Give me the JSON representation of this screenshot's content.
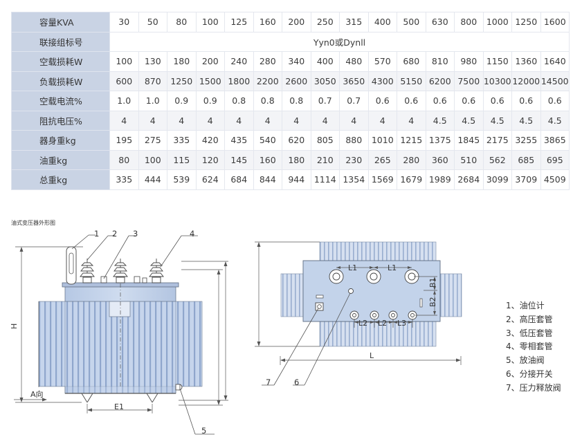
{
  "table": {
    "rows": [
      {
        "label": "容量KVA",
        "values": [
          "30",
          "50",
          "80",
          "100",
          "125",
          "160",
          "200",
          "250",
          "315",
          "400",
          "500",
          "630",
          "800",
          "1000",
          "1250",
          "1600"
        ]
      },
      {
        "label": "联接组标号",
        "span_value": "Yyn0或Dynll"
      },
      {
        "label": "空载损耗W",
        "values": [
          "100",
          "130",
          "180",
          "200",
          "240",
          "280",
          "340",
          "400",
          "480",
          "570",
          "680",
          "810",
          "980",
          "1150",
          "1360",
          "1640"
        ]
      },
      {
        "label": "负载损耗W",
        "values": [
          "600",
          "870",
          "1250",
          "1500",
          "1800",
          "2200",
          "2600",
          "3050",
          "3650",
          "4300",
          "5150",
          "6200",
          "7500",
          "10300",
          "12000",
          "14500"
        ]
      },
      {
        "label": "空载电流%",
        "values": [
          "1.0",
          "1.0",
          "0.9",
          "0.9",
          "0.8",
          "0.8",
          "0.8",
          "0.7",
          "0.7",
          "0.6",
          "0.6",
          "0.6",
          "0.6",
          "0.6",
          "0.6",
          "0.6"
        ]
      },
      {
        "label": "阻抗电压%",
        "values": [
          "4",
          "4",
          "4",
          "4",
          "4",
          "4",
          "4",
          "4",
          "4",
          "4",
          "4",
          "4.5",
          "4.5",
          "4.5",
          "4.5",
          "4.5"
        ]
      },
      {
        "label": "器身重kg",
        "values": [
          "195",
          "275",
          "335",
          "420",
          "435",
          "540",
          "620",
          "805",
          "880",
          "1010",
          "1215",
          "1375",
          "1845",
          "2175",
          "3255",
          "3865"
        ]
      },
      {
        "label": "油重kg",
        "values": [
          "80",
          "100",
          "115",
          "120",
          "145",
          "160",
          "180",
          "210",
          "230",
          "265",
          "280",
          "360",
          "510",
          "562",
          "685",
          "695"
        ]
      },
      {
        "label": "总重kg",
        "values": [
          "335",
          "444",
          "539",
          "624",
          "684",
          "844",
          "944",
          "1114",
          "1354",
          "1569",
          "1679",
          "1989",
          "2684",
          "3099",
          "3709",
          "4509"
        ]
      }
    ]
  },
  "figure": {
    "caption": "油式变压器外形图",
    "front_view": {
      "callouts": [
        "1",
        "2",
        "3",
        "4",
        "5"
      ],
      "dim_h": "H",
      "dim_e1": "E1",
      "direction_label": "A向"
    },
    "top_view": {
      "callouts": [
        "7",
        "6"
      ],
      "dim_l": "L",
      "dim_l1": "L1",
      "dim_l2": "L2",
      "dim_l3": "L3",
      "dim_b1": "B1",
      "dim_b2": "B2"
    }
  },
  "legend": [
    "1、油位计",
    "2、高压套管",
    "3、低压套管",
    "4、零相套管",
    "5、放油阀",
    "6、分接开关",
    "7、压力释放阀"
  ],
  "colors": {
    "header_cell": "#c9d3e4",
    "stripe_row": "#f3f4f7",
    "tank_body": "#c3d3ea",
    "fins": "#a9bcd9",
    "outline": "#555555"
  }
}
